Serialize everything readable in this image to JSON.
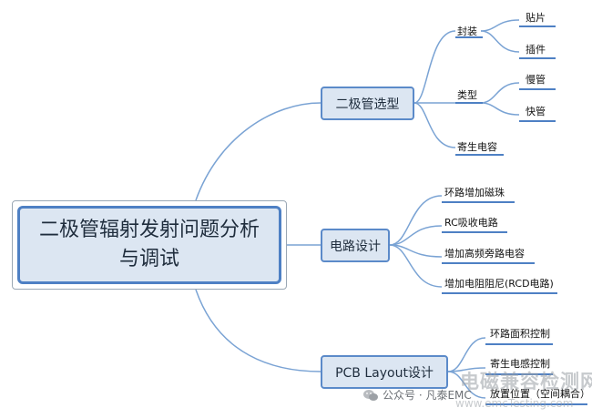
{
  "root": {
    "title": "二极管辐射发射问题分析与调试"
  },
  "branches": [
    {
      "label": "二极管选型",
      "children": [
        {
          "label": "封装",
          "children": [
            {
              "label": "贴片"
            },
            {
              "label": "插件"
            }
          ]
        },
        {
          "label": "类型",
          "children": [
            {
              "label": "慢管"
            },
            {
              "label": "快管"
            }
          ]
        },
        {
          "label": "寄生电容"
        }
      ]
    },
    {
      "label": "电路设计",
      "children": [
        {
          "label": "环路增加磁珠"
        },
        {
          "label": "RC吸收电路"
        },
        {
          "label": "增加高频旁路电容"
        },
        {
          "label": "增加电阻阻尼(RCD电路)"
        }
      ]
    },
    {
      "label": "PCB Layout设计",
      "children": [
        {
          "label": "环路面积控制"
        },
        {
          "label": "寄生电感控制"
        },
        {
          "label": "放置位置（空间耦合）"
        }
      ]
    }
  ],
  "watermark": {
    "site_cn": "电磁兼容检测网",
    "site_url": "www.emcTesting.com",
    "wechat": "公众号 · 凡泰EMC"
  },
  "colors": {
    "line": "#7aa3d4",
    "underline": "#4e80c4",
    "box_fill": "#dce6f2",
    "box_border": "#5b8ac9"
  }
}
